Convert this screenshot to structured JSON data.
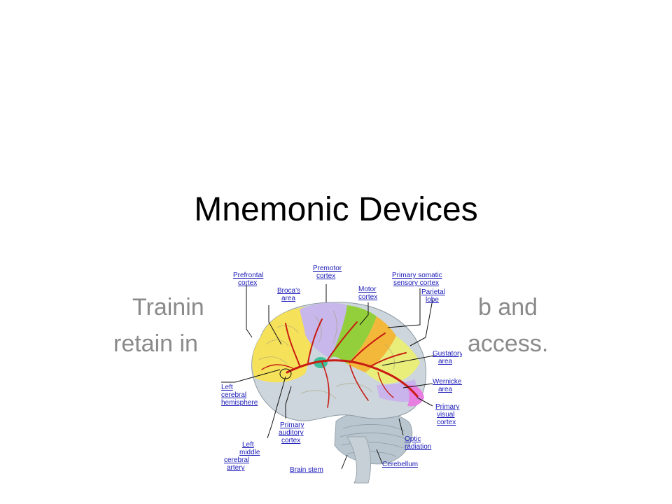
{
  "slide": {
    "title": "Mnemonic Devices",
    "subtitle_line1_left": "Trainin",
    "subtitle_line1_right": "b and",
    "subtitle_line2_left": "retain in",
    "subtitle_line2_right": "access."
  },
  "brain_labels": {
    "prefrontal": [
      "Prefrontal",
      "cortex"
    ],
    "premotor": [
      "Premotor",
      "cortex"
    ],
    "primary_somatic": [
      "Primary somatic",
      "sensory cortex"
    ],
    "brocas": [
      "Broca's",
      "area"
    ],
    "motor": [
      "Motor",
      "cortex"
    ],
    "parietal": [
      "Parietal",
      "lobe"
    ],
    "gustatory": [
      "Gustatory",
      "area"
    ],
    "wernickes": [
      "Wernicke's",
      "area"
    ],
    "primary_visual": [
      "Primary",
      "visual",
      "cortex"
    ],
    "left_cerebral": [
      "Left",
      "cerebral",
      "hemisphere"
    ],
    "primary_auditory": [
      "Primary",
      "auditory",
      "cortex"
    ],
    "optic": [
      "Optic",
      "radiation"
    ],
    "left_middle": [
      "Left",
      "middle",
      "cerebral",
      "artery"
    ],
    "cerebellum": [
      "Cerebellum"
    ],
    "brain_stem": [
      "Brain stem"
    ]
  },
  "colors": {
    "prefrontal": "#f6e25a",
    "premotor": "#c7b7ea",
    "motor": "#93cf3a",
    "somatic": "#f3b83a",
    "parietal": "#e9ee7a",
    "temporal": "#cdd6dc",
    "visual": "#e67fe0",
    "wernicke": "#c9b4ec",
    "artery": "#c81c12",
    "cerebellum": "#b9c6cf"
  }
}
